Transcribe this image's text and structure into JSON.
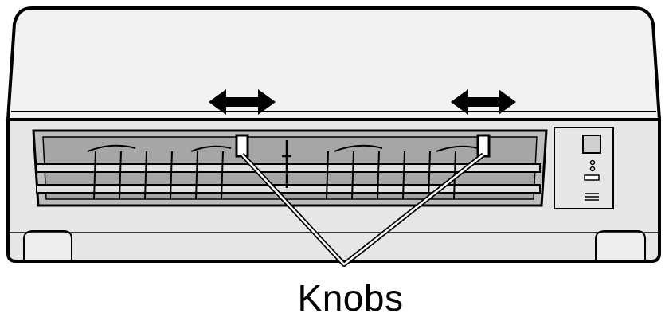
{
  "callout": {
    "label": "Knobs"
  },
  "colors": {
    "outline": "#000000",
    "body_light": "#f2f2f2",
    "body_shade": "#d9d9d9",
    "grille_dark": "#a6a6a6",
    "vane": "#cfcfcf",
    "background": "#ffffff"
  },
  "icons": {
    "left_arrow": "double-headed-horizontal-arrow",
    "right_arrow": "double-headed-horizontal-arrow"
  }
}
